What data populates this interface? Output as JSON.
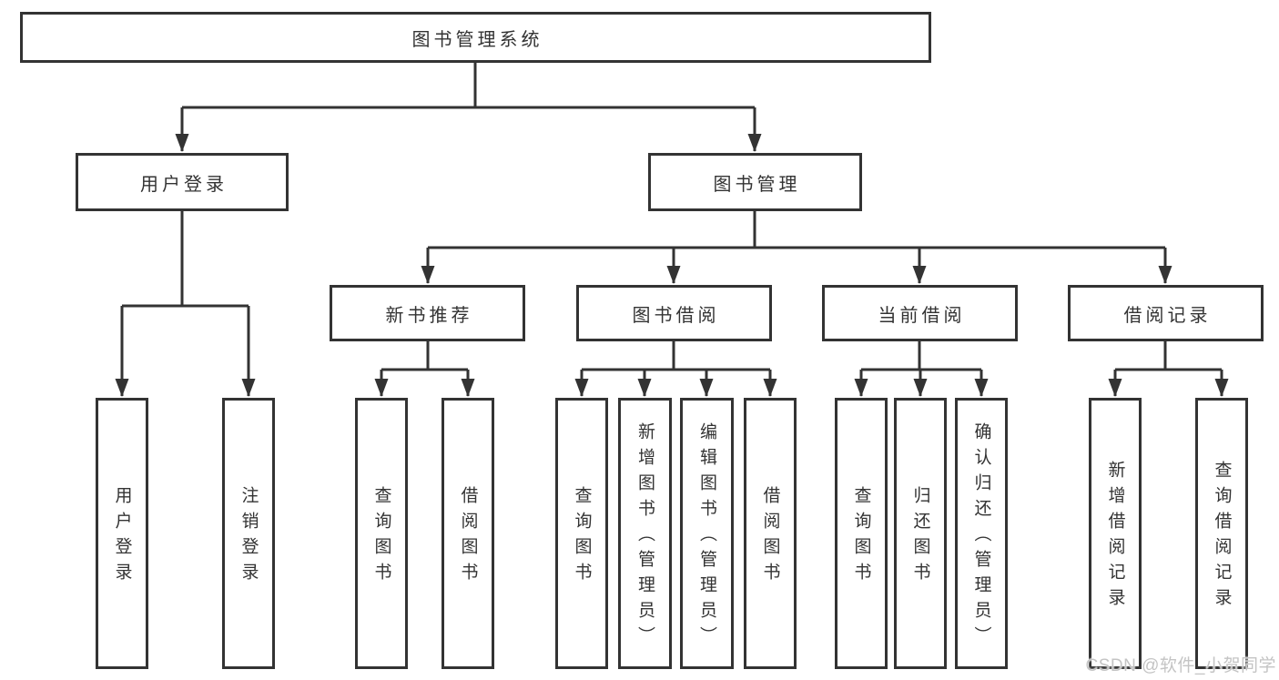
{
  "diagram": {
    "title": "图书管理系统",
    "accent_line_color": "#333333",
    "root": {
      "label": "图书管理系统"
    },
    "level2": [
      {
        "label": "用户登录"
      },
      {
        "label": "图书管理"
      }
    ],
    "level3": [
      {
        "label": "新书推荐"
      },
      {
        "label": "图书借阅"
      },
      {
        "label": "当前借阅"
      },
      {
        "label": "借阅记录"
      }
    ],
    "leaves": {
      "user_login": [
        "用户登录",
        "注销登录"
      ],
      "new_book_rec": [
        "查询图书",
        "借阅图书"
      ],
      "book_borrow": [
        "查询图书",
        "新增图书（管理员）",
        "编辑图书（管理员）",
        "借阅图书"
      ],
      "current_borrow": [
        "查询图书",
        "归还图书",
        "确认归还（管理员）"
      ],
      "borrow_records": [
        "新增借阅记录",
        "查询借阅记录"
      ]
    }
  },
  "watermark": "CSDN @软件_小贺同学"
}
